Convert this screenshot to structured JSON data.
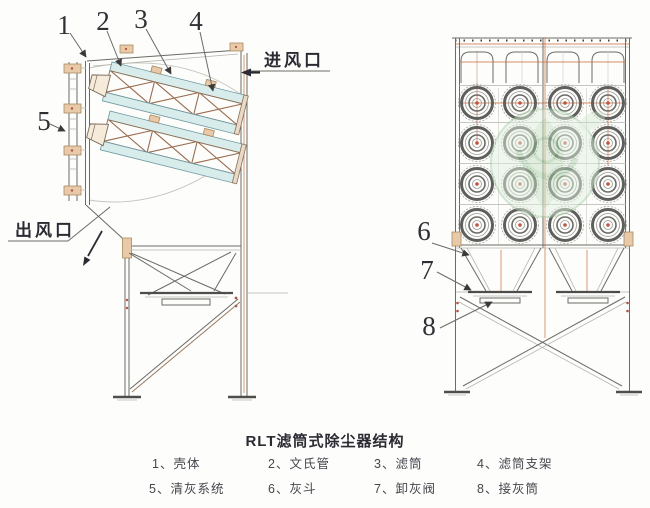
{
  "side_view": {
    "callouts": [
      "1",
      "2",
      "3",
      "4",
      "5"
    ],
    "air_inlet": "进风口",
    "air_outlet": "出风口"
  },
  "front_view": {
    "callouts": [
      "6",
      "7",
      "8"
    ]
  },
  "legend": {
    "title": "RLT滤筒式除尘器结构",
    "items": [
      "1、壳体",
      "2、文氏管",
      "3、滤筒",
      "4、滤筒支架",
      "5、清灰系统",
      "6、灰斗",
      "7、卸灰阀",
      "8、接灰筒"
    ]
  },
  "colors": {
    "line": "#6a6a66",
    "accent-orange": "#cc7040",
    "tan": "#e8c9a8",
    "cartridge-blue": "#d9ecec",
    "watermark-green": "#a9cfa6",
    "text": "#2e2e34"
  }
}
